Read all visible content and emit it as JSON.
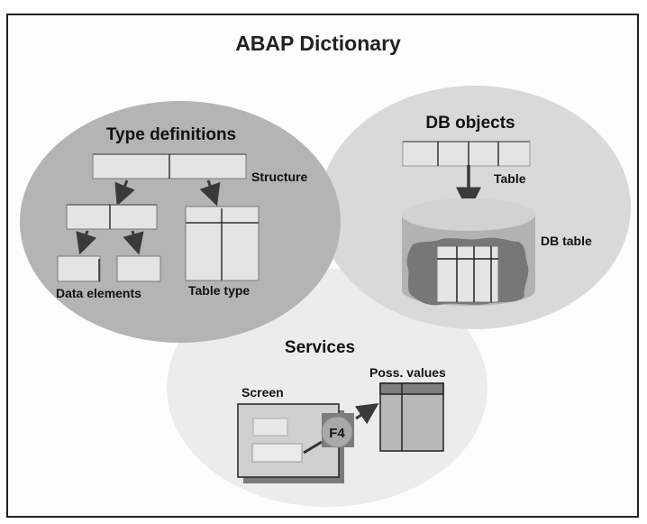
{
  "title": "ABAP Dictionary",
  "colors": {
    "frame_border": "#222222",
    "background": "#fdfdfd",
    "type_definitions_fill": "#b4b4b4",
    "db_objects_fill": "#d9d9d9",
    "services_fill": "#ececec",
    "box_fill": "#e4e4e4",
    "box_line": "#333333",
    "arrow": "#3a3a3a",
    "cylinder_side": "#b2b2b2",
    "cylinder_top": "#d2d2d2",
    "cutout": "#777777",
    "poss_values_header": "#7f7f7f",
    "poss_values_body": "#b8b8b8",
    "f4_square": "#7d7d7d",
    "f4_circle": "#a8a8a8"
  },
  "type_definitions": {
    "heading": "Type definitions",
    "structure_label": "Structure",
    "data_elements_label": "Data elements",
    "table_type_label": "Table type"
  },
  "db_objects": {
    "heading": "DB objects",
    "table_label": "Table",
    "db_table_label": "DB table"
  },
  "services": {
    "heading": "Services",
    "screen_label": "Screen",
    "poss_values_label": "Poss. values",
    "f4_key": "F4"
  }
}
